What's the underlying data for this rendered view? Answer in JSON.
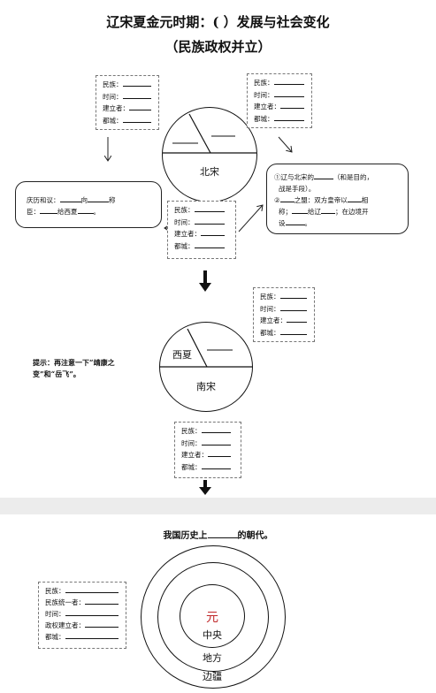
{
  "title_main": "辽宋夏金元时期：(          ）发展与社会变化",
  "title_sub": "（民族政权并立）",
  "fields4": [
    "民族：",
    "时间：",
    "建立者：",
    "都城："
  ],
  "fields5": [
    "民族：",
    "民族统一者：",
    "时间：",
    "政权建立者：",
    "都城："
  ],
  "circle1_label": "北宋",
  "circle2_top_label": "西夏",
  "circle2_bottom_label": "南宋",
  "left_box": {
    "part1": "庆历和议：",
    "part2": "向",
    "part3": "称",
    "part4": "臣：",
    "part5": "给西夏",
    "part6": "。"
  },
  "right_box": {
    "line1a": "①辽与北宋的",
    "line1b": "（和是目的，",
    "line2": "战是手段）。",
    "line3a": "②",
    "line3b": "之盟：双方皇帝以",
    "line3c": "相",
    "line4a": "称；",
    "line4b": "给辽",
    "line4c": "；在边境开",
    "line5a": "设",
    "line5b": "。"
  },
  "hint": "提示：再注意一下“靖康之变”和“岳飞”。",
  "dynasty_prompt_a": "我国历史上",
  "dynasty_prompt_b": "的朝代。",
  "yuan_center": "元",
  "ring_labels": [
    "中央",
    "地方",
    "边疆"
  ],
  "colors": {
    "yuan_red": "#c0282a"
  }
}
